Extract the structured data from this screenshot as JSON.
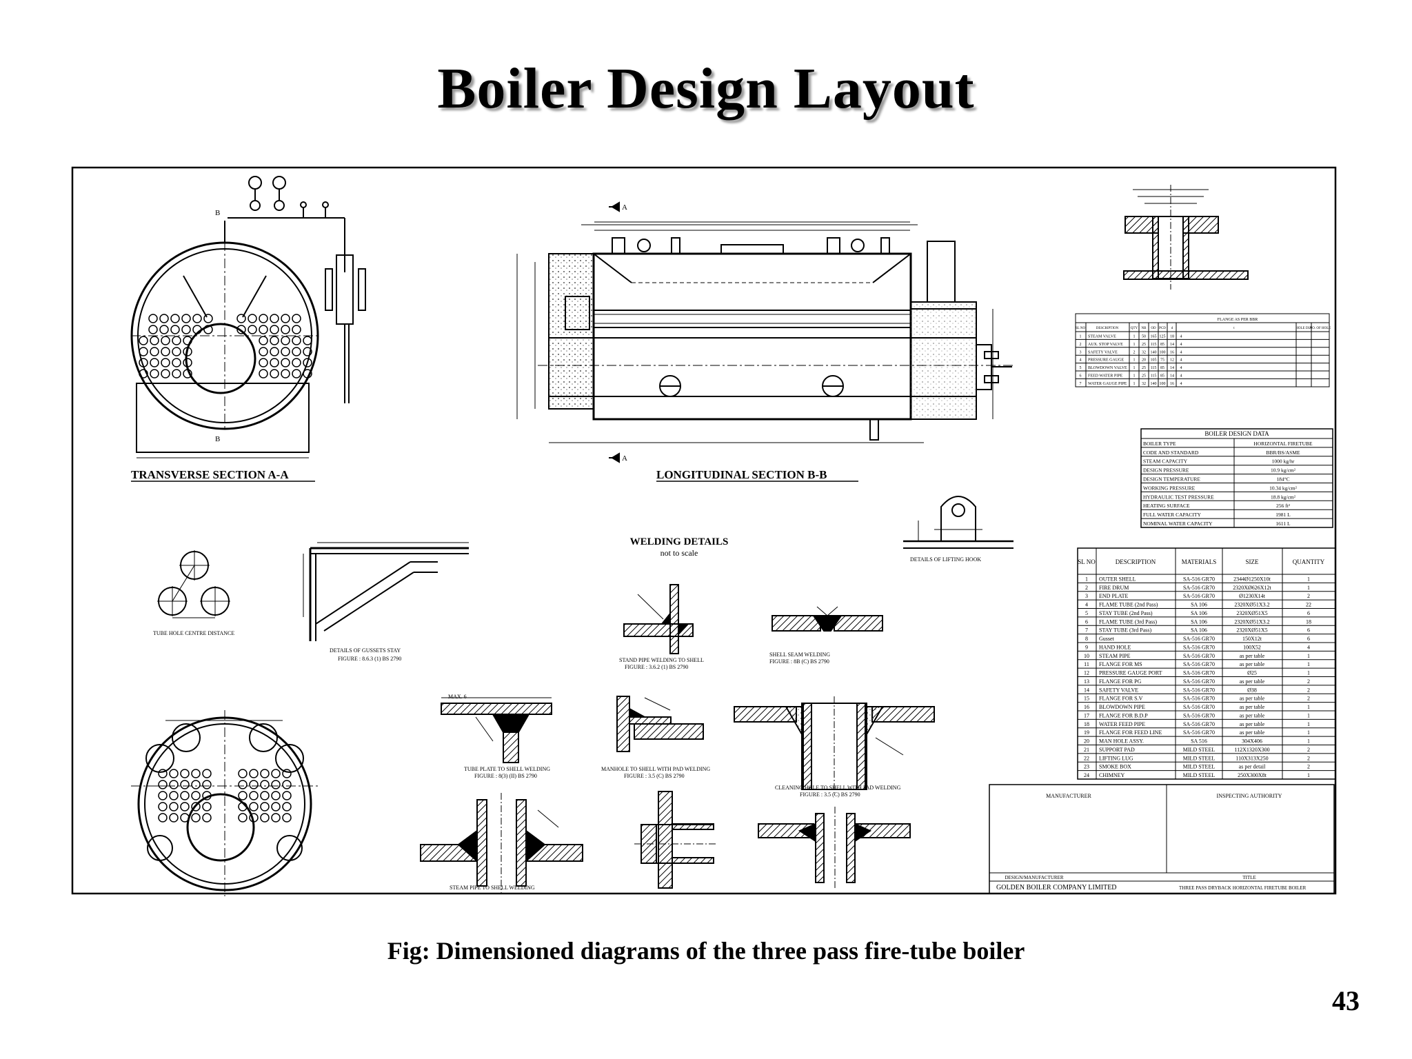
{
  "slide": {
    "title": "Boiler Design  Layout",
    "caption": "Fig: Dimensioned diagrams of the three pass fire-tube boiler",
    "page_number": "43"
  },
  "drawing": {
    "transverse_label": "TRANSVERSE SECTION A-A",
    "longitudinal_label": "LONGITUDINAL  SECTION B-B",
    "welding_title": "WELDING DETAILS",
    "welding_subtitle": "not to scale",
    "tube_hole_label": "TUBE HOLE CENTRE DISTANCE",
    "gusset_label": "DETAILS OF GUSSETS STAY",
    "gusset_fig": "FIGURE : 8.6.3 (1)  BS 2790",
    "lifting_hook_label": "DETAILS OF LIFTING HOOK",
    "stand_pipe_label": "STAND PIPE WELDING TO SHELL",
    "stand_pipe_fig": "FIGURE : 3.6.2 (1)  BS 2790",
    "shell_seam_label": "SHELL SEAM  WELDING",
    "shell_seam_fig": "FIGURE : 8B (C)  BS 2790",
    "tube_plate_label": "TUBE PLATE TO SHELL WELDING",
    "tube_plate_fig": "FIGURE : 8(3) (II) BS 2790",
    "manhole_label": "MANHOLE TO SHELL WITH PAD WELDING",
    "manhole_fig": "FIGURE : 3.5 (C)  BS 2790",
    "cleaning_hole_label": "CLEANING HOLE TO SHELL WITH PAD  WELDING",
    "cleaning_hole_fig": "FIGURE : 3.5 (C)  BS 2790",
    "steam_pipe_label": "STEAM PIPE TO SHELL WELDING",
    "max_label": "MAX. 6",
    "section_mark_a": "A",
    "section_mark_b": "B"
  },
  "flange_table": {
    "title": "FLANGE AS PER BBR",
    "headers": [
      "SL NO",
      "DESCRIPTION",
      "QTY",
      "NB",
      "OD",
      "PCD",
      "d",
      "t",
      "HOLE DIA",
      "NO. OF HOLE"
    ],
    "rows": [
      [
        "1",
        "STEAM VALVE",
        "1",
        "50",
        "165",
        "125",
        "18",
        "4"
      ],
      [
        "2",
        "AUX. STOP VALVE",
        "1",
        "25",
        "115",
        "85",
        "14",
        "4"
      ],
      [
        "3",
        "SAFETY VALVE",
        "2",
        "32",
        "140",
        "100",
        "16",
        "4"
      ],
      [
        "4",
        "PRESSURE GAUGE",
        "1",
        "20",
        "105",
        "75",
        "12",
        "4"
      ],
      [
        "5",
        "BLOWDOWN VALVE",
        "1",
        "25",
        "115",
        "85",
        "14",
        "4"
      ],
      [
        "6",
        "FEED WATER PIPE",
        "1",
        "25",
        "115",
        "85",
        "14",
        "4"
      ],
      [
        "7",
        "WATER GAUGE PIPE",
        "1",
        "32",
        "140",
        "100",
        "16",
        "4"
      ]
    ]
  },
  "design_data": {
    "title": "BOILER DESIGN DATA",
    "rows": [
      [
        "BOILER TYPE",
        "HORIZONTAL FIRETUBE"
      ],
      [
        "CODE AND STANDARD",
        "BBR/BS/ASME"
      ],
      [
        "STEAM CAPACITY",
        "1000 kg/hr"
      ],
      [
        "DESIGN PRESSURE",
        "10.9 kg/cm²"
      ],
      [
        "DESIGN TEMPERATURE",
        "184°C"
      ],
      [
        "WORKING PRESSURE",
        "10.34 kg/cm²"
      ],
      [
        "HYDRAULIC TEST PRESSURE",
        "18.8 kg/cm²"
      ],
      [
        "HEATING SURFACE",
        "256 ft²"
      ],
      [
        "FULL WATER CAPACITY",
        "1981 L"
      ],
      [
        "NOMINAL WATER CAPACITY",
        "1611 L"
      ]
    ]
  },
  "materials": {
    "headers": [
      "SL NO",
      "DESCRIPTION",
      "MATERIALS",
      "SIZE",
      "QUANTITY"
    ],
    "rows": [
      [
        "1",
        "OUTER SHELL",
        "SA-516 GR70",
        "2344Ø1250X10t",
        "1"
      ],
      [
        "2",
        "FIRE DRUM",
        "SA-516 GR70",
        "2320XØ626X12t",
        "1"
      ],
      [
        "3",
        "END PLATE",
        "SA-516 GR70",
        "Ø1230X14t",
        "2"
      ],
      [
        "4",
        "FLAME TUBE (2nd Pass)",
        "SA 106",
        "2320XØ51X3.2",
        "22"
      ],
      [
        "5",
        "STAY TUBE (2nd Pass)",
        "SA 106",
        "2320XØ51X5",
        "6"
      ],
      [
        "6",
        "FLAME TUBE (3rd Pass)",
        "SA 106",
        "2320XØ51X3.2",
        "18"
      ],
      [
        "7",
        "STAY TUBE (3rd Pass)",
        "SA 106",
        "2320XØ51X5",
        "6"
      ],
      [
        "8",
        "Gusset",
        "SA-516 GR70",
        "150X12t",
        "6"
      ],
      [
        "9",
        "HAND HOLE",
        "SA-516 GR70",
        "100X52",
        "4"
      ],
      [
        "10",
        "STEAM PIPE",
        "SA-516 GR70",
        "as per table",
        "1"
      ],
      [
        "11",
        "FLANGE FOR MS",
        "SA-516 GR70",
        "as per table",
        "1"
      ],
      [
        "12",
        "PRESSURE GAUGE PORT",
        "SA-516 GR70",
        "Ø25",
        "1"
      ],
      [
        "13",
        "FLANGE FOR PG",
        "SA-516 GR70",
        "as per table",
        "2"
      ],
      [
        "14",
        "SAFETY VALVE",
        "SA-516 GR70",
        "Ø38",
        "2"
      ],
      [
        "15",
        "FLANGE FOR S.V",
        "SA-516 GR70",
        "as per table",
        "2"
      ],
      [
        "16",
        "BLOWDOWN PIPE",
        "SA-516 GR70",
        "as per table",
        "1"
      ],
      [
        "17",
        "FLANGE FOR B.D.P",
        "SA-516 GR70",
        "as per table",
        "1"
      ],
      [
        "18",
        "WATER FEED PIPE",
        "SA-516 GR70",
        "as per table",
        "1"
      ],
      [
        "19",
        "FLANGE FOR FEED LINE",
        "SA-516 GR70",
        "as per table",
        "1"
      ],
      [
        "20",
        "MAN HOLE ASSY.",
        "SA 516",
        "304X406",
        "1"
      ],
      [
        "21",
        "SUPPORT PAD",
        "MILD STEEL",
        "112X1320X300",
        "2"
      ],
      [
        "22",
        "LIFTING LUG",
        "MILD STEEL",
        "110X313X250",
        "2"
      ],
      [
        "23",
        "SMOKE BOX",
        "MILD STEEL",
        "as per detail",
        "2"
      ],
      [
        "24",
        "CHIMNEY",
        "MILD STEEL",
        "250X300X8t",
        "1"
      ]
    ]
  },
  "title_block": {
    "manufacturer_label": "MANUFACTURER",
    "inspecting_label": "INSPECTING AUTHORITY",
    "design_label": "DESIGN/MANUFACTURER",
    "title_label": "TITLE",
    "company": "GOLDEN BOILER COMPANY LIMITED",
    "drawing_title": "THREE PASS DRYBACK HORIZONTAL FIRETUBE BOILER"
  }
}
